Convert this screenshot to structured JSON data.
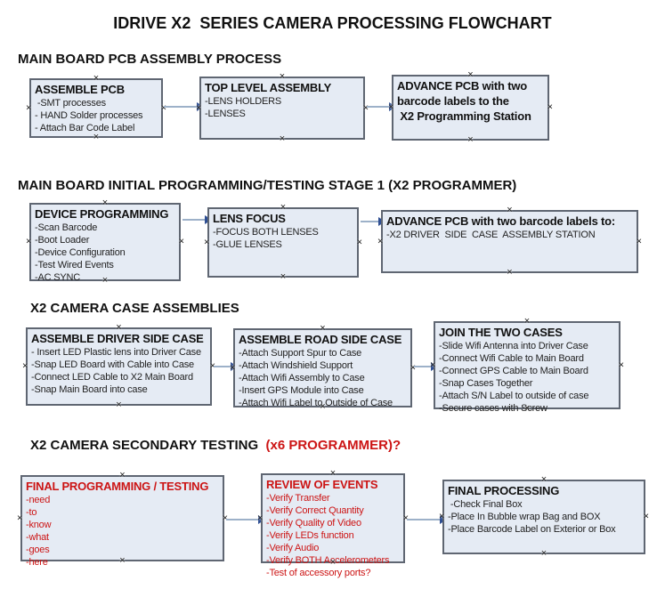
{
  "title": "IDRIVE X2  SERIES CAMERA PROCESSING FLOWCHART",
  "colors": {
    "box_fill": "#e5ebf4",
    "box_border": "#5f6672",
    "arrow_line": "#9db1c9",
    "arrow_head": "#2f4f93",
    "red_text": "#cc1414"
  },
  "icons": {
    "connection_point": "×"
  },
  "sections": [
    {
      "header": "MAIN BOARD PCB ASSEMBLY PROCESS",
      "boxes": [
        {
          "title": "ASSEMBLE PCB",
          "items": [
            " -SMT processes",
            "- HAND Solder processes",
            "- Attach Bar Code Label"
          ]
        },
        {
          "title": "TOP LEVEL ASSEMBLY",
          "items": [
            "-LENS HOLDERS",
            "-LENSES"
          ]
        },
        {
          "title_lines": [
            "ADVANCE PCB with two",
            "barcode labels to the",
            " X2 Programming Station"
          ],
          "items": []
        }
      ]
    },
    {
      "header": "MAIN BOARD INITIAL PROGRAMMING/TESTING STAGE 1 (X2 PROGRAMMER)",
      "boxes": [
        {
          "title": "DEVICE PROGRAMMING",
          "items": [
            "-Scan Barcode",
            "-Boot Loader",
            "-Device Configuration",
            "-Test Wired Events",
            "-AC SYNC"
          ]
        },
        {
          "title": "LENS FOCUS",
          "items": [
            "-FOCUS BOTH LENSES",
            "-GLUE LENSES"
          ]
        },
        {
          "title": "ADVANCE PCB with two barcode labels to:",
          "items": [
            "-X2 DRIVER  SIDE  CASE  ASSEMBLY STATION"
          ]
        }
      ]
    },
    {
      "header": "X2 CAMERA CASE ASSEMBLIES",
      "boxes": [
        {
          "title": "ASSEMBLE DRIVER SIDE CASE",
          "items": [
            "- Insert LED Plastic lens into Driver Case",
            "-Snap LED Board with Cable into Case",
            "-Connect LED Cable to X2 Main Board",
            "-Snap Main Board into case"
          ]
        },
        {
          "title": "ASSEMBLE ROAD SIDE CASE",
          "items": [
            "-Attach Support Spur to Case",
            "-Attach Windshield Support",
            "-Attach Wifi Assembly to Case",
            "-Insert GPS Module into Case",
            "-Attach Wifi Label to Outside of Case"
          ]
        },
        {
          "title": "JOIN THE TWO CASES",
          "items": [
            "-Slide Wifi Antenna into Driver Case",
            "-Connect Wifi Cable to Main Board",
            "-Connect GPS Cable to Main Board",
            "-Snap Cases Together",
            "-Attach S/N Label to outside of case",
            "-Secure cases with Screw"
          ]
        }
      ]
    },
    {
      "header": "X2 CAMERA SECONDARY TESTING",
      "header_suffix": "  (x6 PROGRAMMER)?",
      "boxes": [
        {
          "title": "FINAL PROGRAMMING / TESTING",
          "items": [
            "-need",
            "-to",
            "-know",
            "-what",
            "-goes",
            "-here"
          ]
        },
        {
          "title": "REVIEW OF EVENTS",
          "items": [
            "-Verify Transfer",
            "-Verify Correct Quantity",
            "-Verify Quality of Video",
            "-Verify LEDs function",
            "-Verify Audio",
            "-Verify BOTH Accelerometers",
            "-Test of accessory ports?"
          ]
        },
        {
          "title": "FINAL PROCESSING",
          "items": [
            " -Check Final Box",
            "-Place In Bubble wrap Bag and BOX",
            "-Place Barcode Label on Exterior or Box"
          ]
        }
      ]
    }
  ]
}
